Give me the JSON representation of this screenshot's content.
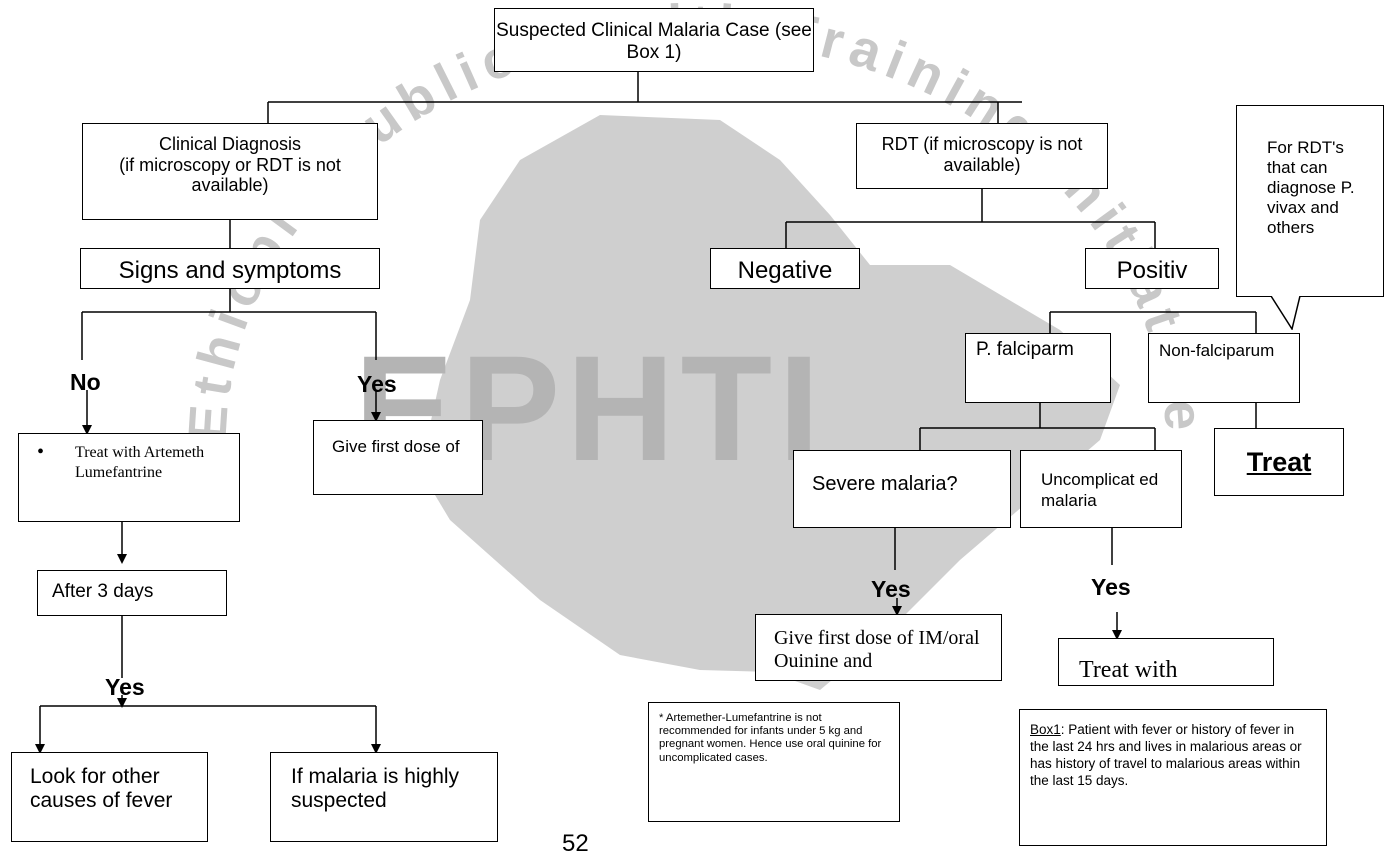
{
  "watermark": {
    "ring_text": "Ethiopia Public Health Training Initiative",
    "center_text": "EPHTI"
  },
  "nodes": {
    "suspected": "Suspected Clinical Malaria Case (see Box 1)",
    "clinical_diagnosis": "Clinical Diagnosis\n(if microscopy or RDT is not available)",
    "rdt": "RDT (if microscopy is not available)",
    "rdt_callout": "For RDT's that can diagnose P. vivax and others",
    "signs": "Signs and symptoms",
    "negative": "Negative",
    "positive": "Positiv",
    "p_falciparum": "P. falciparm",
    "non_falciparum": "Non-falciparum",
    "treat": "Treat",
    "treat_al": "Treat with Artemeth Lumefantrine",
    "give_first_dose": "Give first dose of",
    "severe": "Severe malaria?",
    "uncomplicated": "Uncomplicat ed malaria",
    "after3": "After 3 days",
    "give_quinine": "Give first dose of IM/oral Ouinine and",
    "treat_with": "Treat with",
    "look_other": "Look for other causes of fever",
    "if_malaria": "If malaria is highly suspected",
    "note": "* Artemether-Lumefantrine is not recommended for infants under 5 kg and pregnant women. Hence use oral quinine for uncomplicated cases.",
    "box1_title": "Box1",
    "box1_text": ": Patient with fever or history of fever in the last 24 hrs and lives in malarious areas or has history of travel to malarious areas within the last 15 days."
  },
  "labels": {
    "no": "No",
    "yes_signs": "Yes",
    "yes_severe": "Yes",
    "yes_uncomplicated": "Yes",
    "yes_after": "Yes"
  },
  "page_number": "52"
}
